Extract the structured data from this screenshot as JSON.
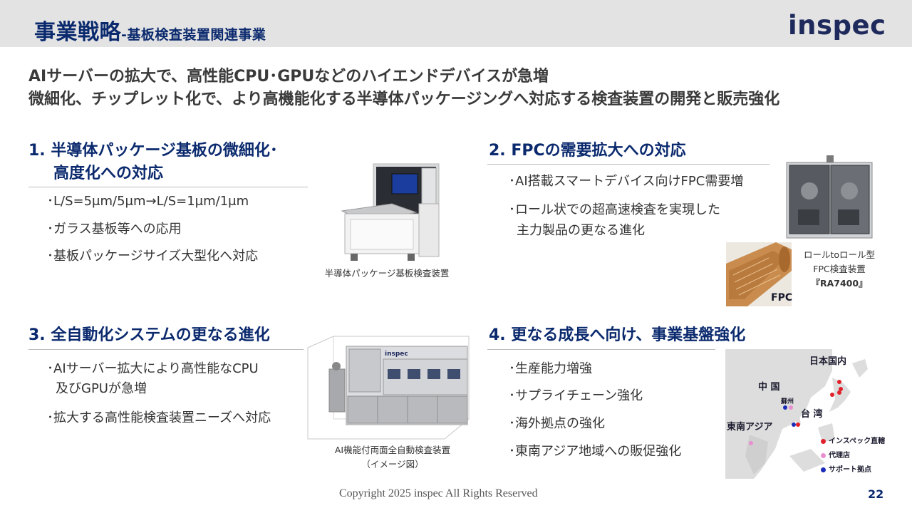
{
  "header": {
    "title": "事業戦略",
    "subtitle": "-基板検査装置関連事業",
    "logo": "inspec"
  },
  "lead": {
    "line1": "AIサーバーの拡大で、高性能CPU･GPUなどのハイエンドデバイスが急増",
    "line2": "微細化、チップレット化で、より高機能化する半導体パッケージングへ対応する検査装置の開発と販売強化"
  },
  "sections": [
    {
      "title_line1": "1. 半導体パッケージ基板の微細化･",
      "title_line2": "高度化への対応",
      "bullets": [
        "･L/S=5μm/5μm→L/S=1μm/1μm",
        "･ガラス基板等への応用",
        "･基板パッケージサイズ大型化へ対応"
      ],
      "caption": "半導体パッケージ基板検査装置"
    },
    {
      "title_line1": "2. FPCの需要拡大への対応",
      "bullets": [
        "･AI搭載スマートデバイス向けFPC需要増",
        "･ロール状での超高速検査を実現した",
        "主力製品の更なる進化"
      ],
      "caption_lines": [
        "ロールtoロール型",
        "FPC検査装置",
        "『RA7400』"
      ],
      "fpc_label": "FPC"
    },
    {
      "title_line1": "3. 全自動化システムの更なる進化",
      "bullets": [
        "･AIサーバー拡大により高性能なCPU",
        "及びGPUが急増",
        "･拡大する高性能検査装置ニーズへ対応"
      ],
      "caption_lines": [
        "AI機能付両面全自動検査装置",
        "（イメージ図）"
      ],
      "machine_logo": "inspec"
    },
    {
      "title_line1": "4. 更なる成長へ向け、事業基盤強化",
      "bullets": [
        "･生産能力増強",
        "･サプライチェーン強化",
        "･海外拠点の強化",
        "･東南アジア地域への販促強化"
      ],
      "map": {
        "labels": [
          "日本国内",
          "中 国",
          "蘇州",
          "台 湾",
          "東南アジア"
        ],
        "legend": [
          {
            "label": "インスペック直轄",
            "color": "#e0202a"
          },
          {
            "label": "代理店",
            "color": "#e98fd0"
          },
          {
            "label": "サポート拠点",
            "color": "#1a2bb8"
          }
        ]
      }
    }
  ],
  "footer": {
    "copyright": "Copyright 2025 inspec All Rights Reserved",
    "page": "22"
  }
}
